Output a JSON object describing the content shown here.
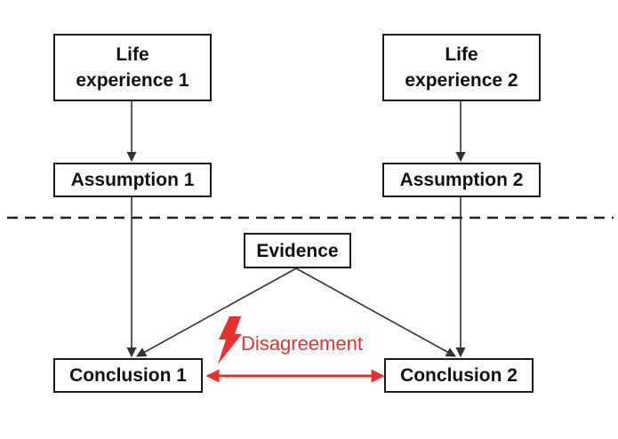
{
  "nodes": {
    "life_experience_1": "Life\nexperience 1",
    "life_experience_2": "Life\nexperience 2",
    "assumption_1": "Assumption 1",
    "assumption_2": "Assumption 2",
    "evidence": "Evidence",
    "conclusion_1": "Conclusion 1",
    "conclusion_2": "Conclusion 2"
  },
  "relation_label": "Disagreement",
  "colors": {
    "line": "#333333",
    "box_border": "#1a1a1a",
    "disagreement": "#e8302e"
  },
  "icons": {
    "disagreement": "lightning-bolt-icon"
  }
}
